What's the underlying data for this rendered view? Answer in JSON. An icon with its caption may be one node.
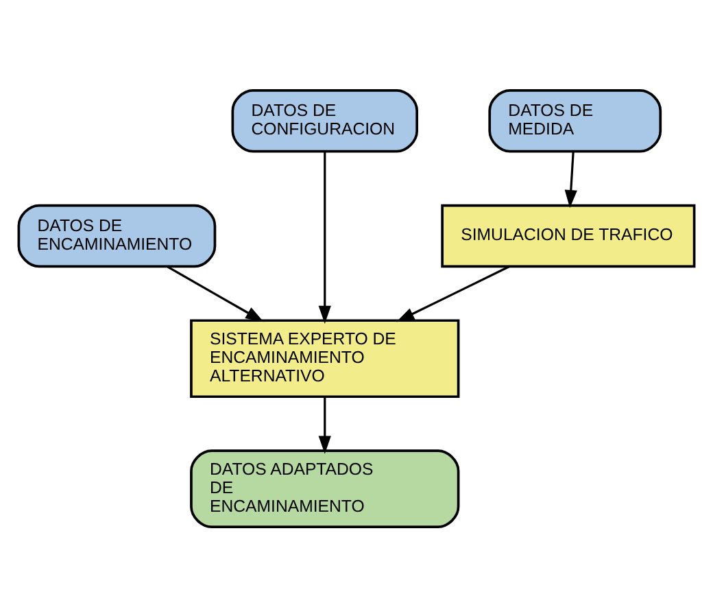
{
  "diagram": {
    "nodes": [
      {
        "text": [
          "DATOS DE ENCAMINAMIENTO"
        ]
      },
      {
        "text": [
          "DATOS DE CONFIGURACION"
        ]
      },
      {
        "text": [
          "DATOS DE MEDIDA"
        ]
      },
      {
        "text": [
          "SIMULACION DE TRAFICO"
        ]
      },
      {
        "text": [
          "SISTEMA EXPERTO DE ENCAMINAMIENTO ALTERNATIVO"
        ]
      },
      {
        "text": [
          "DATOS ADAPTADOS DE ENCAMINAMIENTO"
        ]
      }
    ],
    "edges": [
      {
        "from": 0,
        "to": 4,
        "arrow": "to"
      },
      {
        "from": 1,
        "to": 4,
        "arrow": "to"
      },
      {
        "from": 2,
        "to": 3,
        "arrow": "to"
      },
      {
        "from": 3,
        "to": 4,
        "arrow": "to"
      },
      {
        "from": 4,
        "to": 5,
        "arrow": "to"
      }
    ]
  }
}
